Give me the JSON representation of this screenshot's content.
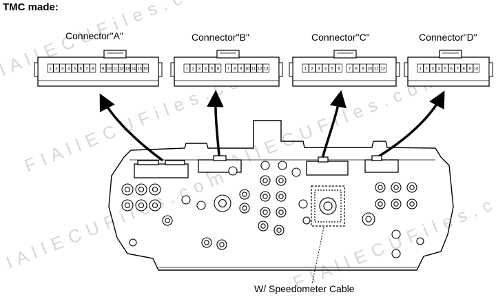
{
  "heading": "TMC made:",
  "connectors": [
    {
      "label": "Connector\"A\"",
      "pins": [
        "1",
        "2",
        "3",
        "4",
        "5",
        "6",
        "7",
        "8",
        "9",
        "10",
        "11",
        "12",
        "13",
        "14",
        "15",
        "16"
      ]
    },
    {
      "label": "Connector\"B\"",
      "pins": [
        "1",
        "2",
        "3",
        "4",
        "5",
        "6",
        "7",
        "8",
        "9",
        "10",
        "11",
        "12",
        "13"
      ]
    },
    {
      "label": "Connector\"C\"",
      "pins": [
        "1",
        "2",
        "3",
        "4",
        "5",
        "6",
        "7",
        "8",
        "9",
        "10",
        "11",
        "12"
      ]
    },
    {
      "label": "Connector\"D\"",
      "pins": [
        "1",
        "2",
        "3",
        "4",
        "5",
        "6",
        "7",
        "8",
        "9",
        "10"
      ]
    }
  ],
  "callout": "W/ Speedometer Cable",
  "watermark": "F I A l l E C U F i l e s . c o m"
}
